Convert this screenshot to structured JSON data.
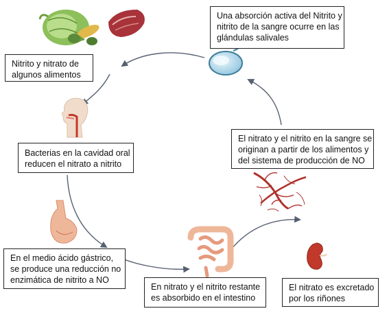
{
  "boxes": {
    "salivary": [
      "Una absorción activa del Nitrito y",
      "nitrito de la sangre ocurre en las",
      "glándulas salivales"
    ],
    "foods": [
      "Nitrito y nitrato de",
      "algunos alimentos"
    ],
    "oral": [
      "Bacterias en la cavidad oral",
      "reducen el nitrato a nitrito"
    ],
    "blood": [
      "El nitrato y el nitrito en la sangre se",
      "originan a partir de los alimentos y",
      "del sistema de producción de NO"
    ],
    "gastric": [
      "En el medio ácido gástrico,",
      "se produce una reducción no",
      "enzimática de nitrito a NO"
    ],
    "intestine": [
      "En nitrato y el nitrito restante",
      "es absorbido en el intestino"
    ],
    "kidney": [
      "El nitrato es excretado",
      "por los riñones"
    ]
  },
  "illustrations": [
    "vegetables-icon",
    "meat-icon",
    "head-throat-icon",
    "stomach-icon",
    "intestine-icon",
    "blood-vessels-icon",
    "salivary-gland-icon",
    "kidney-icon"
  ],
  "colors": {
    "arrow": "#556070",
    "organ_red": "#c0392b",
    "gland_blue": "#7fb9d6"
  }
}
